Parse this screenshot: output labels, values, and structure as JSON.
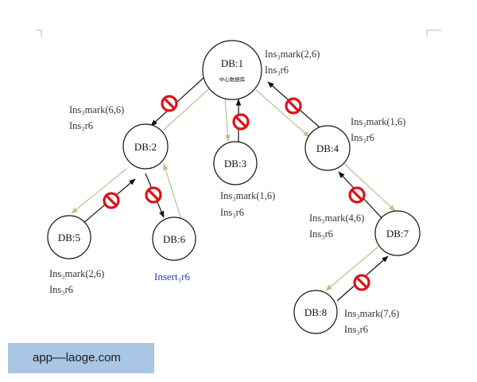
{
  "nodes": [
    {
      "id": "db1",
      "label": "DB:1",
      "sublabel": "中心数据库"
    },
    {
      "id": "db2",
      "label": "DB:2"
    },
    {
      "id": "db3",
      "label": "DB:3"
    },
    {
      "id": "db4",
      "label": "DB:4"
    },
    {
      "id": "db5",
      "label": "DB:5"
    },
    {
      "id": "db6",
      "label": "DB:6"
    },
    {
      "id": "db7",
      "label": "DB:7"
    },
    {
      "id": "db8",
      "label": "DB:8"
    }
  ],
  "annotations": [
    {
      "id": "db1",
      "lines": [
        "Ins₃mark(2,6)",
        "Ins₃r6"
      ]
    },
    {
      "id": "db2",
      "lines": [
        "Ins₃mark(6,6)",
        "Ins₃r6"
      ]
    },
    {
      "id": "db3",
      "lines": [
        "Ins₃mark(1,6)",
        "Ins₃r6"
      ]
    },
    {
      "id": "db4",
      "lines": [
        "Ins₃mark(1,6)",
        "Ins₃r6"
      ]
    },
    {
      "id": "db5",
      "lines": [
        "Ins₃mark(2,6)",
        "Ins₃r6"
      ]
    },
    {
      "id": "db6",
      "lines": [
        "Insert₃r6"
      ]
    },
    {
      "id": "db7",
      "lines": [
        "Ins₃mark(4,6)",
        "Ins₃r6"
      ]
    },
    {
      "id": "db8",
      "lines": [
        "Ins₃mark(7,6)",
        "Ins₃r6"
      ]
    }
  ],
  "watermark": "app––laoge.com",
  "colors": {
    "blocked_symbol": "#e0101a",
    "forward_edge": "#111111",
    "return_edge": "#b8c28a",
    "insert_text": "#2c3ea0",
    "watermark_bg": "#a9c6e5"
  },
  "icons": [
    "no-entry-icon"
  ]
}
